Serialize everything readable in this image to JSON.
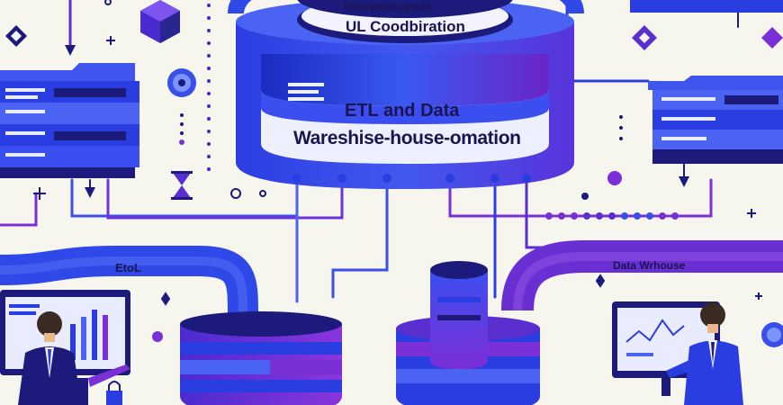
{
  "diagram": {
    "top_banner": {
      "subtitle": "Enterpmise-grade",
      "title": "UL Coodbiration"
    },
    "central_cylinder": {
      "title": "ETL and Data",
      "subtitle": "Wareshise-house-omation"
    },
    "left_label": "EtoL",
    "right_label": "Data Wrhouse",
    "icons": [
      "database-cylinder-icon",
      "server-rack-icon",
      "businessman-icon",
      "monitor-chart-icon",
      "hourglass-icon",
      "diamond-icon",
      "sparkle-icon",
      "arrow-down-icon",
      "lock-icon"
    ],
    "colors": {
      "background": "#f7f6ee",
      "primary_blue": "#2a3de0",
      "deep_indigo": "#1c1a7a",
      "violet": "#7b2fd6",
      "ink": "#1a1450"
    }
  }
}
